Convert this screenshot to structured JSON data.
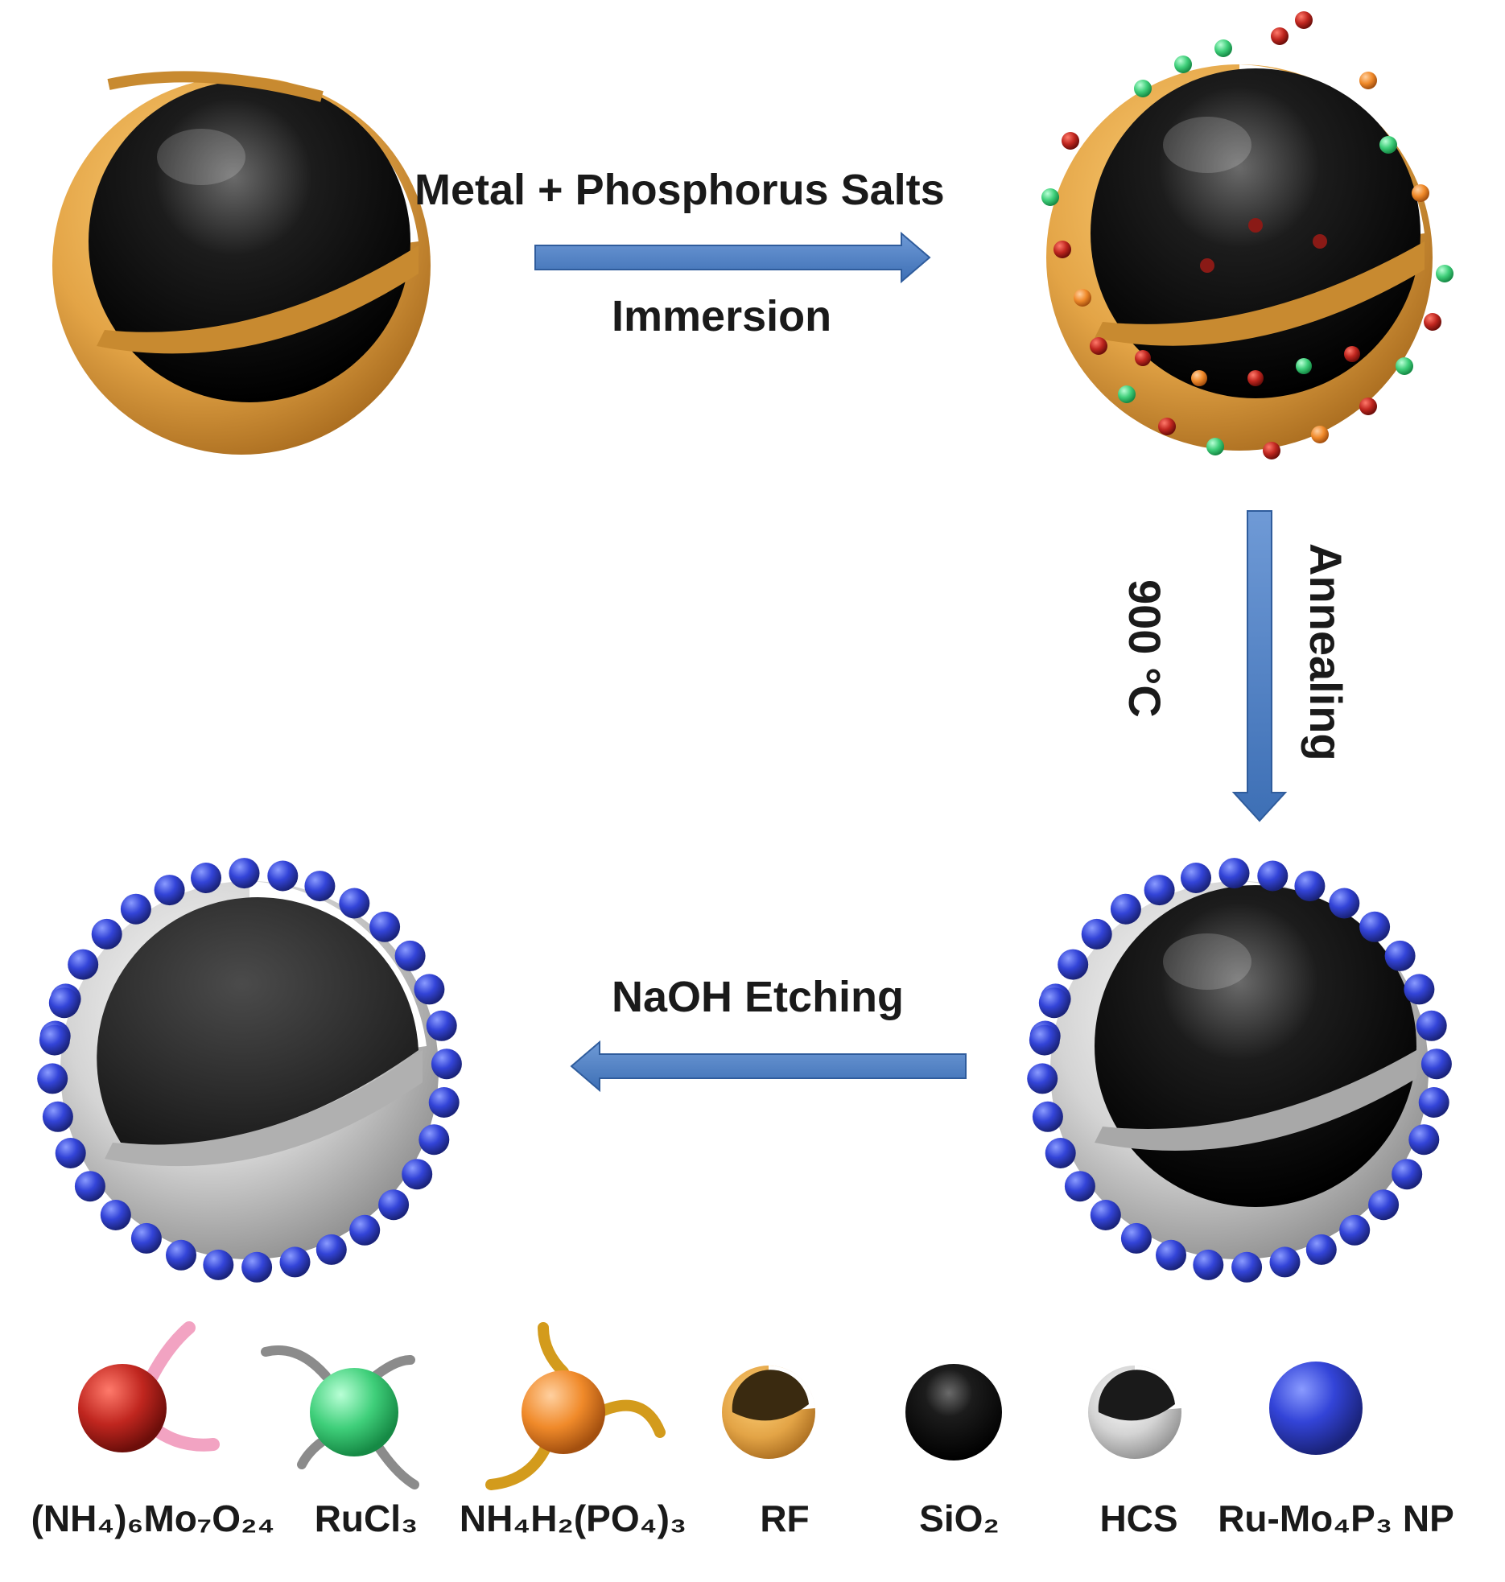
{
  "steps": {
    "immersion_top": "Metal + Phosphorus  Salts",
    "immersion_bottom": "Immersion",
    "annealing": "Annealing",
    "temperature": "900 °C",
    "etching": "NaOH Etching"
  },
  "legend": [
    {
      "id": "mo",
      "label": "(NH₄)₆Mo₇O₂₄",
      "color": "#b0231d"
    },
    {
      "id": "ru",
      "label": "RuCl₃",
      "color": "#3fcf7a"
    },
    {
      "id": "p",
      "label": "NH₄H₂(PO₄)₃",
      "color": "#f08a2a"
    },
    {
      "id": "rf",
      "label": "RF",
      "color": "#e4a748"
    },
    {
      "id": "sio2",
      "label": "SiO₂",
      "color": "#111111"
    },
    {
      "id": "hcs",
      "label": "HCS",
      "color": "#d8d8d8"
    },
    {
      "id": "np",
      "label": "Ru-Mo₄P₃ NP",
      "color": "#2f3fd0"
    }
  ],
  "colors": {
    "arrow": "#4a7fc4",
    "rf_shell": "#e4a748",
    "silica_core": "#111111",
    "carbon_shell": "#d6d6d6",
    "nanoparticle": "#2f3fd0"
  }
}
